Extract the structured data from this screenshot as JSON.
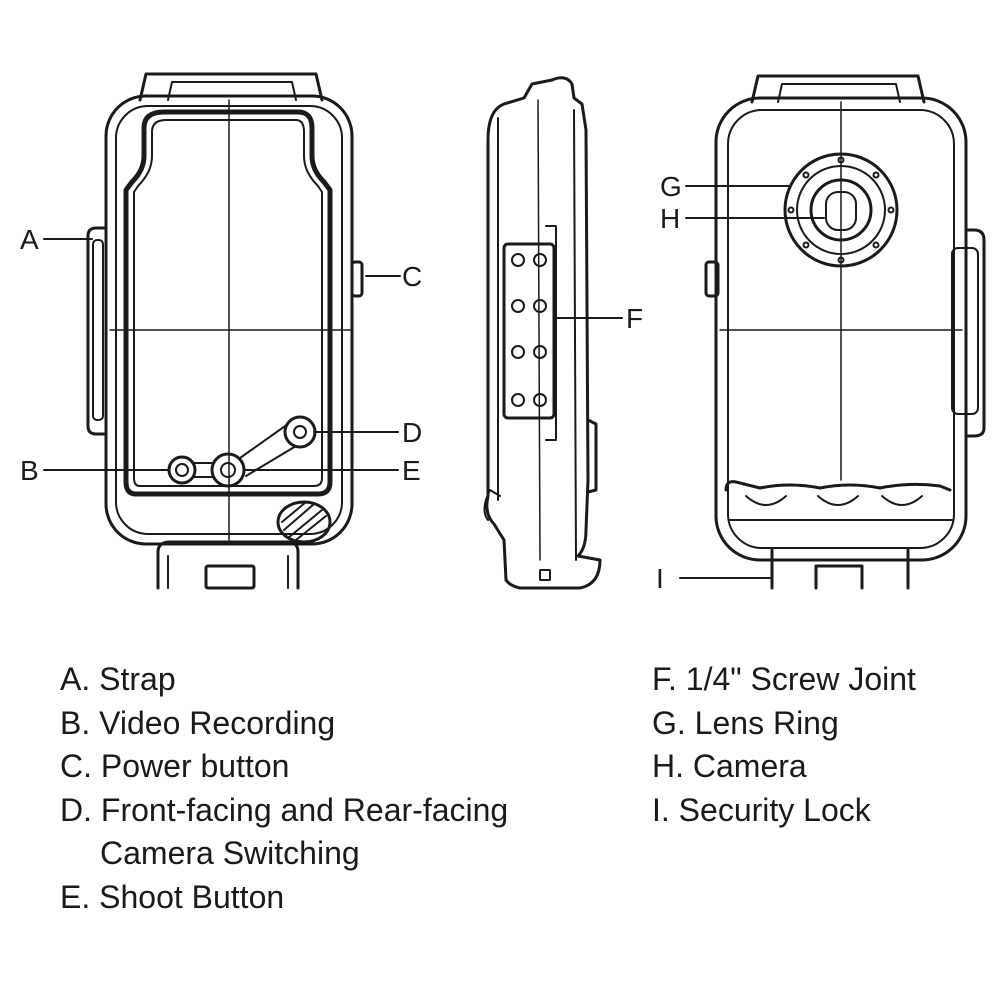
{
  "callouts": {
    "a": "A",
    "b": "B",
    "c": "C",
    "d": "D",
    "e": "E",
    "f": "F",
    "g": "G",
    "h": "H",
    "i": "I"
  },
  "legend": {
    "left": [
      {
        "text": "A. Strap"
      },
      {
        "text": "B. Video Recording"
      },
      {
        "text": "C. Power button"
      },
      {
        "text": "D. Front-facing and Rear-facing",
        "continuation": "Camera Switching"
      },
      {
        "text": "E. Shoot Button"
      }
    ],
    "right": [
      {
        "text": "F. 1/4\" Screw Joint"
      },
      {
        "text": "G. Lens Ring"
      },
      {
        "text": "H. Camera"
      },
      {
        "text": "I. Security Lock"
      }
    ]
  },
  "colors": {
    "line": "#1a1a1a",
    "background": "#ffffff"
  }
}
